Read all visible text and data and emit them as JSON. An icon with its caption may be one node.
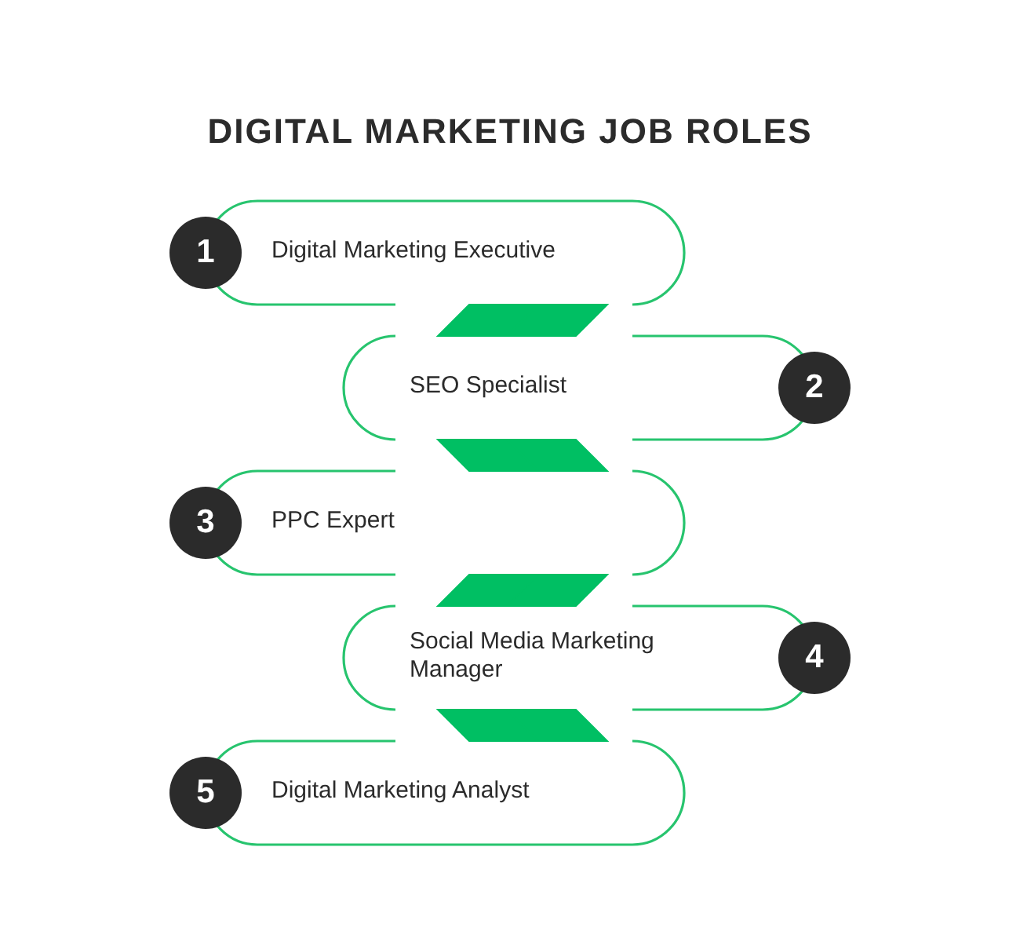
{
  "diagram": {
    "title": "DIGITAL MARKETING JOB ROLES",
    "nodes": [
      {
        "text": [
          "1",
          "Digital Marketing Executive"
        ]
      },
      {
        "text": [
          "SEO Specialist",
          "2"
        ]
      },
      {
        "text": [
          "3",
          "PPC Expert"
        ]
      },
      {
        "text": [
          "Social Media Marketing Manager",
          "4"
        ]
      },
      {
        "text": [
          "5",
          "Digital Marketing Analyst"
        ]
      }
    ],
    "edges": [
      {
        "from": 0,
        "to": 1,
        "arrow": "none"
      },
      {
        "from": 1,
        "to": 2,
        "arrow": "none"
      },
      {
        "from": 2,
        "to": 3,
        "arrow": "none"
      },
      {
        "from": 3,
        "to": 4,
        "arrow": "none"
      }
    ]
  }
}
